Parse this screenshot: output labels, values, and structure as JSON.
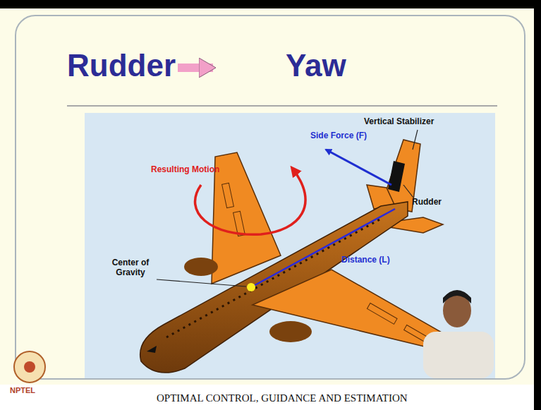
{
  "diagram": {
    "caption": "OPTIMAL CONTROL, GUIDANCE AND ESTIMATION",
    "labels": [
      "Rudder",
      "Yaw",
      "Resulting Motion",
      "Side Force (F)",
      "Vertical Stabilizer",
      "Rudder",
      "Center of Gravity",
      "Distance (L)",
      "NPTEL"
    ]
  }
}
